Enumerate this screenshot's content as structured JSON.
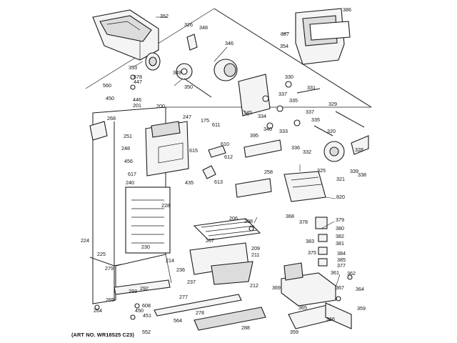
{
  "art_number": "(ART NO. WR18525 C23)",
  "callouts": [
    {
      "id": "c352",
      "label": "352"
    },
    {
      "id": "c326",
      "label": "326"
    },
    {
      "id": "c348",
      "label": "348"
    },
    {
      "id": "c386",
      "label": "386"
    },
    {
      "id": "c387",
      "label": "387"
    },
    {
      "id": "c354",
      "label": "354"
    },
    {
      "id": "c346",
      "label": "346"
    },
    {
      "id": "c353",
      "label": "353"
    },
    {
      "id": "c349",
      "label": "349"
    },
    {
      "id": "c350",
      "label": "350"
    },
    {
      "id": "c578",
      "label": "578"
    },
    {
      "id": "c447",
      "label": "447"
    },
    {
      "id": "c560",
      "label": "560"
    },
    {
      "id": "c450",
      "label": "450"
    },
    {
      "id": "c446",
      "label": "446"
    },
    {
      "id": "c201",
      "label": "201"
    },
    {
      "id": "c200",
      "label": "200"
    },
    {
      "id": "c247",
      "label": "247"
    },
    {
      "id": "c268",
      "label": "268"
    },
    {
      "id": "c251",
      "label": "251"
    },
    {
      "id": "c248",
      "label": "248"
    },
    {
      "id": "c456",
      "label": "456"
    },
    {
      "id": "c617",
      "label": "617"
    },
    {
      "id": "c240",
      "label": "240"
    },
    {
      "id": "c175",
      "label": "175"
    },
    {
      "id": "c611",
      "label": "611"
    },
    {
      "id": "c610",
      "label": "610"
    },
    {
      "id": "c615",
      "label": "615"
    },
    {
      "id": "c612",
      "label": "612"
    },
    {
      "id": "c435",
      "label": "435"
    },
    {
      "id": "c613",
      "label": "613"
    },
    {
      "id": "c345",
      "label": "345"
    },
    {
      "id": "c334",
      "label": "334"
    },
    {
      "id": "c337a",
      "label": "337"
    },
    {
      "id": "c330",
      "label": "330"
    },
    {
      "id": "c331",
      "label": "331"
    },
    {
      "id": "c335a",
      "label": "335"
    },
    {
      "id": "c329",
      "label": "329"
    },
    {
      "id": "c340",
      "label": "340"
    },
    {
      "id": "c333",
      "label": "333"
    },
    {
      "id": "c337b",
      "label": "337"
    },
    {
      "id": "c335b",
      "label": "335"
    },
    {
      "id": "c320",
      "label": "320"
    },
    {
      "id": "c395",
      "label": "395"
    },
    {
      "id": "c336",
      "label": "336"
    },
    {
      "id": "c332",
      "label": "332"
    },
    {
      "id": "c328",
      "label": "328"
    },
    {
      "id": "c325",
      "label": "325"
    },
    {
      "id": "c339",
      "label": "339"
    },
    {
      "id": "c338",
      "label": "338"
    },
    {
      "id": "c258",
      "label": "258"
    },
    {
      "id": "c321",
      "label": "321"
    },
    {
      "id": "c820",
      "label": "820"
    },
    {
      "id": "c228",
      "label": "228"
    },
    {
      "id": "c206",
      "label": "206"
    },
    {
      "id": "c208",
      "label": "208"
    },
    {
      "id": "c368",
      "label": "368"
    },
    {
      "id": "c378",
      "label": "378"
    },
    {
      "id": "c379",
      "label": "379"
    },
    {
      "id": "c380",
      "label": "380"
    },
    {
      "id": "c224",
      "label": "224"
    },
    {
      "id": "c207",
      "label": "207"
    },
    {
      "id": "c382",
      "label": "382"
    },
    {
      "id": "c383",
      "label": "383"
    },
    {
      "id": "c381",
      "label": "381"
    },
    {
      "id": "c230",
      "label": "230"
    },
    {
      "id": "c209",
      "label": "209"
    },
    {
      "id": "c225",
      "label": "225"
    },
    {
      "id": "c211",
      "label": "211"
    },
    {
      "id": "c375",
      "label": "375"
    },
    {
      "id": "c384",
      "label": "384"
    },
    {
      "id": "c214",
      "label": "214"
    },
    {
      "id": "c385",
      "label": "385"
    },
    {
      "id": "c279",
      "label": "279"
    },
    {
      "id": "c236",
      "label": "236"
    },
    {
      "id": "c377",
      "label": "377"
    },
    {
      "id": "c361",
      "label": "361"
    },
    {
      "id": "c362",
      "label": "362"
    },
    {
      "id": "c237",
      "label": "237"
    },
    {
      "id": "c212",
      "label": "212"
    },
    {
      "id": "c369",
      "label": "369"
    },
    {
      "id": "c293",
      "label": "293"
    },
    {
      "id": "c292",
      "label": "292"
    },
    {
      "id": "c364",
      "label": "364"
    },
    {
      "id": "c367",
      "label": "367"
    },
    {
      "id": "c265",
      "label": "265"
    },
    {
      "id": "c277",
      "label": "277"
    },
    {
      "id": "c264",
      "label": "264"
    },
    {
      "id": "c608",
      "label": "608"
    },
    {
      "id": "c450b",
      "label": "450"
    },
    {
      "id": "c451",
      "label": "451"
    },
    {
      "id": "c278",
      "label": "278"
    },
    {
      "id": "c365",
      "label": "365"
    },
    {
      "id": "c359a",
      "label": "359"
    },
    {
      "id": "c564",
      "label": "564"
    },
    {
      "id": "c366",
      "label": "366"
    },
    {
      "id": "c552",
      "label": "552"
    },
    {
      "id": "c288",
      "label": "288"
    },
    {
      "id": "c359b",
      "label": "359"
    }
  ]
}
